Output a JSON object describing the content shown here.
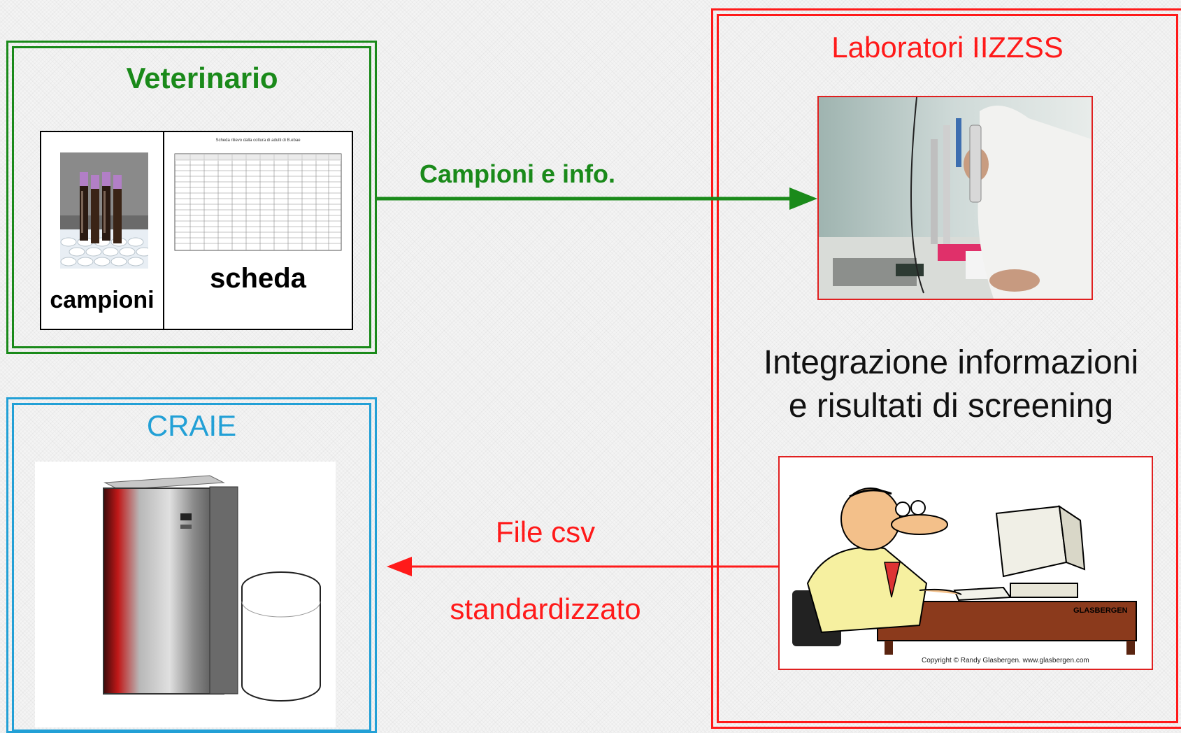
{
  "veterinario": {
    "title": "Veterinario",
    "campioni_label": "campioni",
    "scheda_label": "scheda",
    "form_title": "Scheda rilievo dalla coltura di adulti di B.ebae"
  },
  "craie": {
    "title": "CRAIE"
  },
  "laboratori": {
    "title": "Laboratori IIZZSS",
    "integration_line1": "Integrazione informazioni",
    "integration_line2": "e risultati di screening",
    "cartoon_brand": "GLASBERGEN",
    "cartoon_copyright": "Copyright © Randy Glasbergen.    www.glasbergen.com"
  },
  "arrows": {
    "to_lab_label": "Campioni e info.",
    "to_craie_label_1": "File csv",
    "to_craie_label_2": "standardizzato"
  },
  "colors": {
    "green": "#1a8a1a",
    "red": "#ff1a1a",
    "blue": "#22a0d6"
  }
}
